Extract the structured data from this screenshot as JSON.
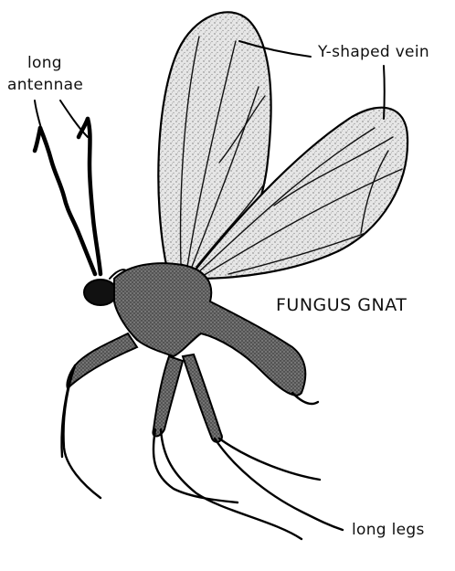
{
  "labels": {
    "antennae_line1": "long",
    "antennae_line2": "antennae",
    "vein": "Y-shaped vein",
    "title": "FUNGUS GNAT",
    "legs": "long legs"
  },
  "colors": {
    "ink": "#000000",
    "background": "#ffffff",
    "wing_shade": "#d9d9d9",
    "body_shade": "#555555"
  }
}
